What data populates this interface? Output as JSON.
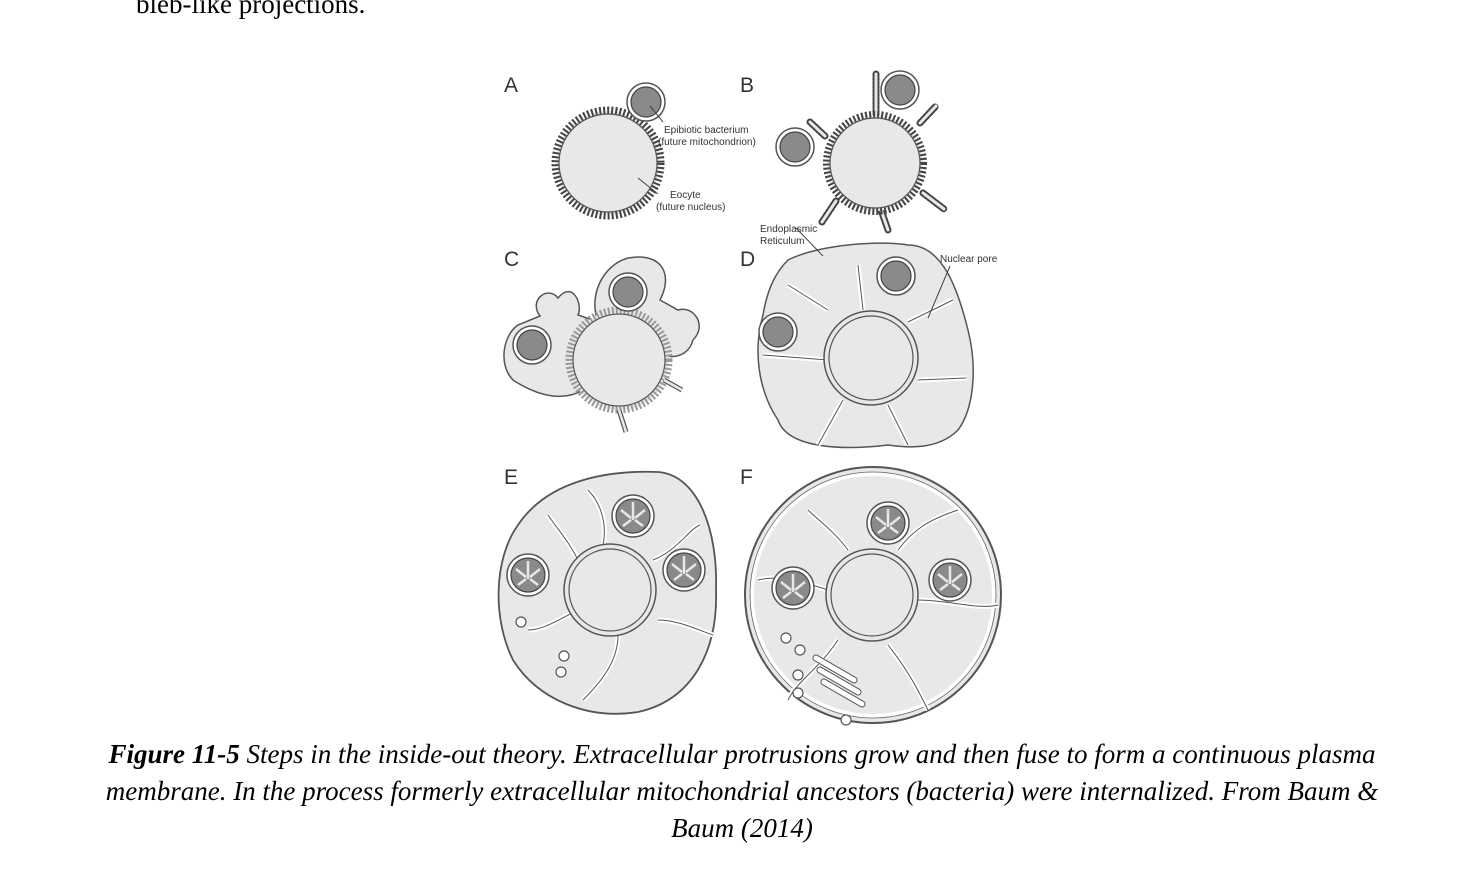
{
  "body_text": "bleb-like projections.",
  "figure": {
    "panel_labels": [
      "A",
      "B",
      "C",
      "D",
      "E",
      "F"
    ],
    "annotations": {
      "bacterium_line1": "Epibiotic bacterium",
      "bacterium_line2": "(future mitochondrion)",
      "eocyte_line1": "Eocyte",
      "eocyte_line2": "(future nucleus)",
      "er_line1": "Endoplasmic",
      "er_line2": "Reticulum",
      "nuclear_pore": "Nuclear pore"
    },
    "colors": {
      "cytoplasm": "#e8e8e8",
      "membrane": "#555555",
      "bacterium": "#8a8a8a"
    }
  },
  "caption": {
    "label": "Figure 11-5",
    "text": " Steps in the inside-out theory. Extracellular protrusions grow and then fuse to form a continuous plasma membrane. In the process formerly extracellular mitochondrial ancestors (bacteria) were internalized. From Baum & Baum (2014)"
  }
}
